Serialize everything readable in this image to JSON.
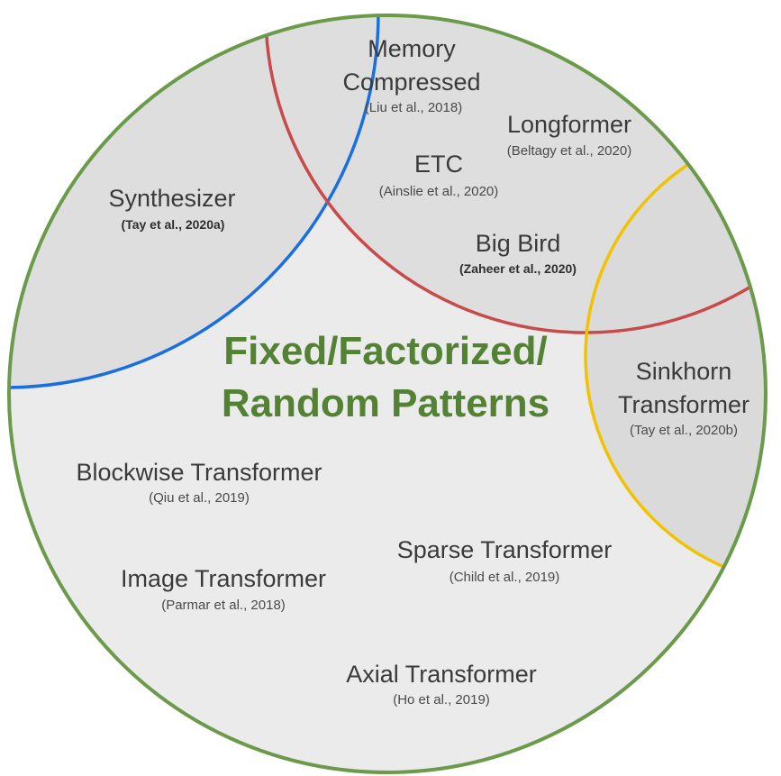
{
  "diagram": {
    "center_title": {
      "line1": "Fixed/Factorized/",
      "line2": "Random Patterns"
    },
    "models": {
      "memory_compressed": {
        "name_line1": "Memory",
        "name_line2": "Compressed",
        "citation": "(Liu et al., 2018)"
      },
      "longformer": {
        "name": "Longformer",
        "citation": "(Beltagy et al., 2020)"
      },
      "etc": {
        "name": "ETC",
        "citation": "(Ainslie et al., 2020)"
      },
      "big_bird": {
        "name": "Big Bird",
        "citation": "(Zaheer et al., 2020)"
      },
      "synthesizer": {
        "name": "Synthesizer",
        "citation": "(Tay et al., 2020a)"
      },
      "sinkhorn": {
        "name_line1": "Sinkhorn",
        "name_line2": "Transformer",
        "citation": "(Tay et al., 2020b)"
      },
      "blockwise": {
        "name": "Blockwise Transformer",
        "citation": "(Qiu et al., 2019)"
      },
      "sparse": {
        "name": "Sparse Transformer",
        "citation": "(Child et al., 2019)"
      },
      "image": {
        "name": "Image Transformer",
        "citation": "(Parmar et al., 2018)"
      },
      "axial": {
        "name": "Axial Transformer",
        "citation": "(Ho et al., 2019)"
      }
    },
    "colors": {
      "outer_circle_fill": "#ebebeb",
      "outer_circle_stroke": "#6a9a4a",
      "shaded_region": "#dedede",
      "synthesizer_boundary": "#1a6fe0",
      "memory_boundary": "#c94a4a",
      "sinkhorn_boundary": "#f2c200",
      "category_title": "#548235"
    }
  }
}
